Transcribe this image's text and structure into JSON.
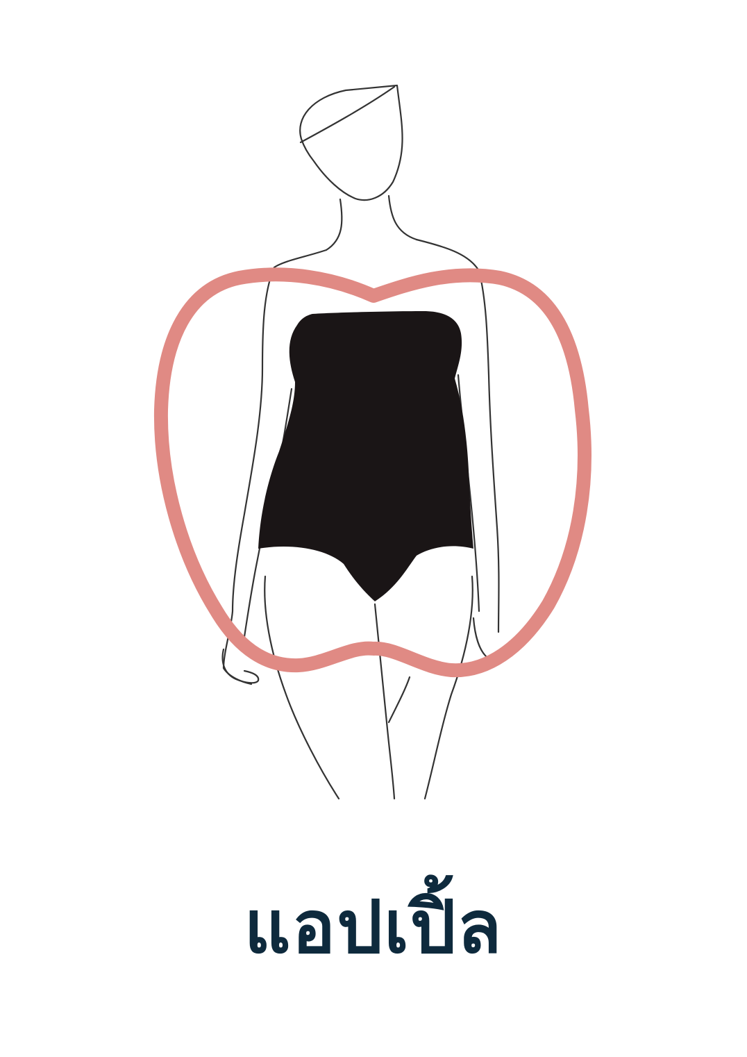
{
  "caption": {
    "label": "แอปเปิ้ล"
  },
  "colors": {
    "outline": "#e08a84",
    "swimsuit": "#1a1516",
    "figure_line": "#333333",
    "caption_text": "#0e2a3d",
    "background": "#ffffff"
  },
  "icons": {
    "figure": "woman-figure-line-drawing",
    "shape": "apple-shape-outline"
  }
}
